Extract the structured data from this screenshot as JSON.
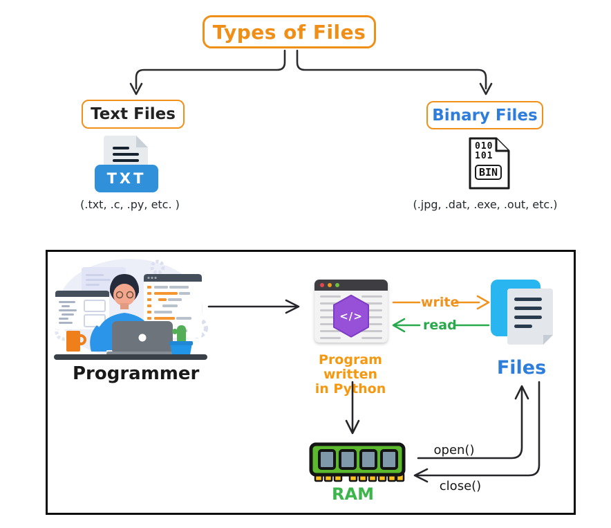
{
  "top": {
    "title": "Types of Files",
    "text_files": {
      "label": "Text Files",
      "icon_badge": "TXT",
      "examples": "(.txt, .c, .py, etc. )"
    },
    "binary_files": {
      "label": "Binary Files",
      "icon_bits_line1": "010",
      "icon_bits_line2": "101",
      "icon_badge": "BIN",
      "examples": "(.jpg, .dat, .exe, .out, etc.)"
    }
  },
  "panel": {
    "programmer_label": "Programmer",
    "program": {
      "icon_code": "</>",
      "caption_line1": "Program written",
      "caption_line2": "in Python"
    },
    "arrows": {
      "write": "write",
      "read": "read",
      "open": "open()",
      "close": "close()"
    },
    "files_label": "Files",
    "ram_label": "RAM"
  },
  "colors": {
    "accent_orange": "#ef8f17",
    "binary_blue": "#2e7ddb",
    "green": "#27a94c",
    "txt_badge_blue": "#3090da",
    "files_blue": "#29b5ef",
    "hexagon_purple": "#9750d8",
    "ram_green": "#5cb82c",
    "ink": "#26262a"
  }
}
